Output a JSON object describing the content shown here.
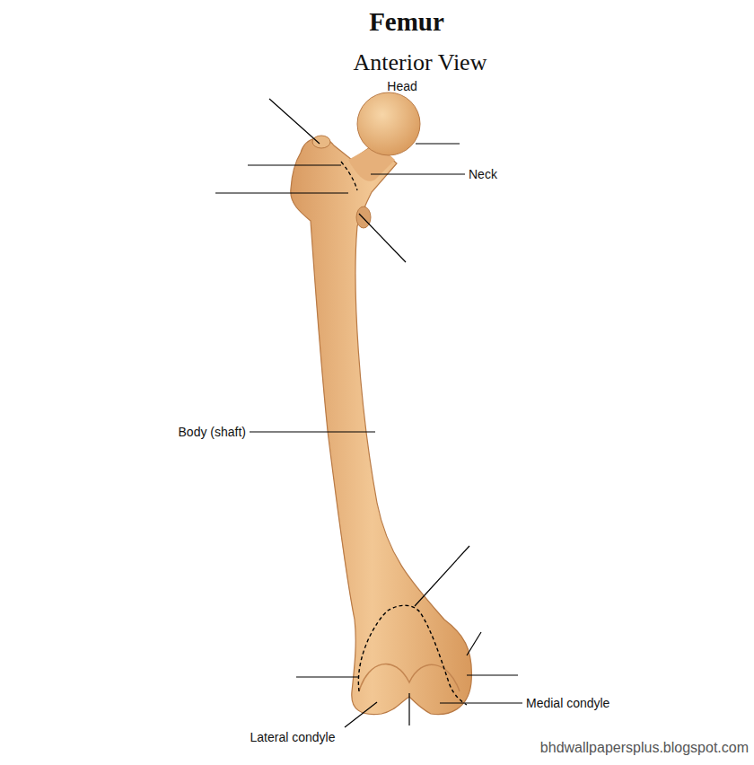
{
  "diagram": {
    "title": "Femur",
    "labels": [
      "Anterior View",
      "Head",
      "Neck",
      "Body (shaft)",
      "Medial condyle",
      "Lateral condyle",
      "bhdwallpapersplus.blogspot.com"
    ]
  }
}
